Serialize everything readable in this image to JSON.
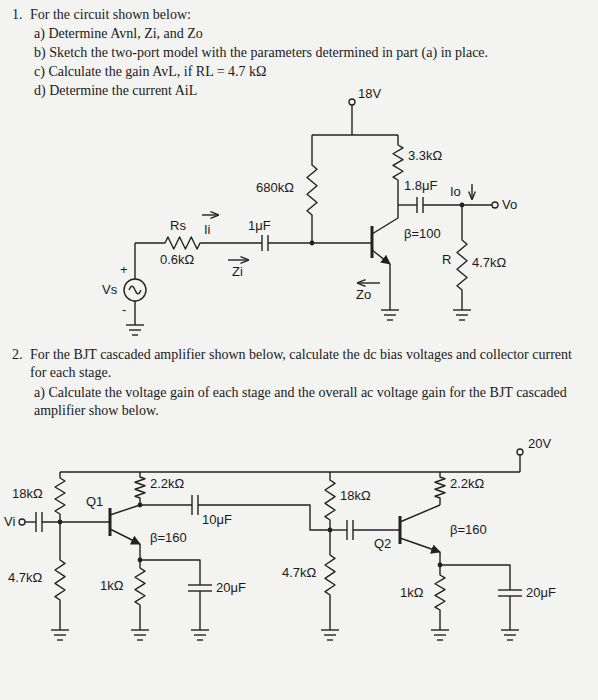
{
  "diagram": {
    "labels": [
      "1.",
      "For the circuit shown below:",
      "a) Determine Avnl, Zi, and Zo",
      "b) Sketch the two-port model with the parameters determined in part (a) in place.",
      "c) Calculate the gain AvL, if RL = 4.7 kΩ",
      "d) Determine the current AiL",
      "18V",
      "680kΩ",
      "3.3kΩ",
      "1.8μF",
      "Io",
      "Vo",
      "Rs",
      "Ii",
      "1μF",
      "0.6kΩ",
      "Zi",
      "β=100",
      "R",
      "4.7kΩ",
      "Vs",
      "+",
      "-",
      "Zo",
      "2.",
      "For the BJT cascaded amplifier shown below, calculate the dc bias voltages and collector current for each stage.",
      "a) Calculate the voltage gain of each stage and the overall ac voltage gain for the BJT cascaded amplifier show below.",
      "20V",
      "18kΩ",
      "2.2kΩ",
      "Q1",
      "β=160",
      "10μF",
      "Vi",
      "4.7kΩ",
      "1kΩ",
      "20μF",
      "18kΩ",
      "2.2kΩ",
      "Q2",
      "β=160",
      "4.7kΩ",
      "1kΩ",
      "20μF"
    ]
  }
}
